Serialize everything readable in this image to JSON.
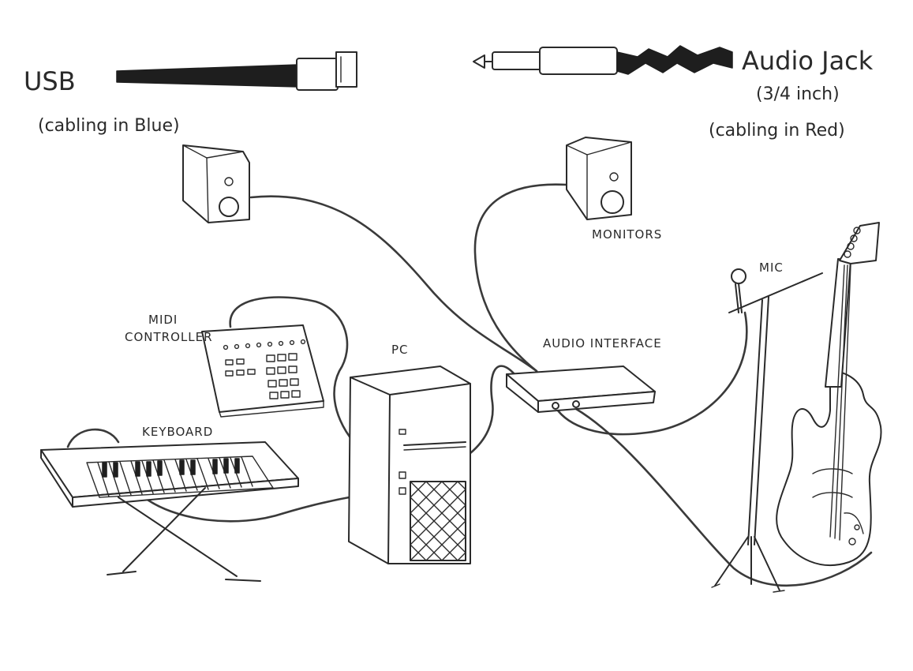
{
  "labels": {
    "usb_title": "USB",
    "usb_note": "(cabling in Blue)",
    "jack_title": "Audio Jack",
    "jack_size": "(3/4 inch)",
    "jack_note": "(cabling in Red)",
    "monitors": "MONITORS",
    "mic": "MIC",
    "midi_line1": "MIDI",
    "midi_line2": "CONTROLLER",
    "pc": "PC",
    "audio_interface": "AUDIO INTERFACE",
    "keyboard": "KEYBOARD"
  }
}
